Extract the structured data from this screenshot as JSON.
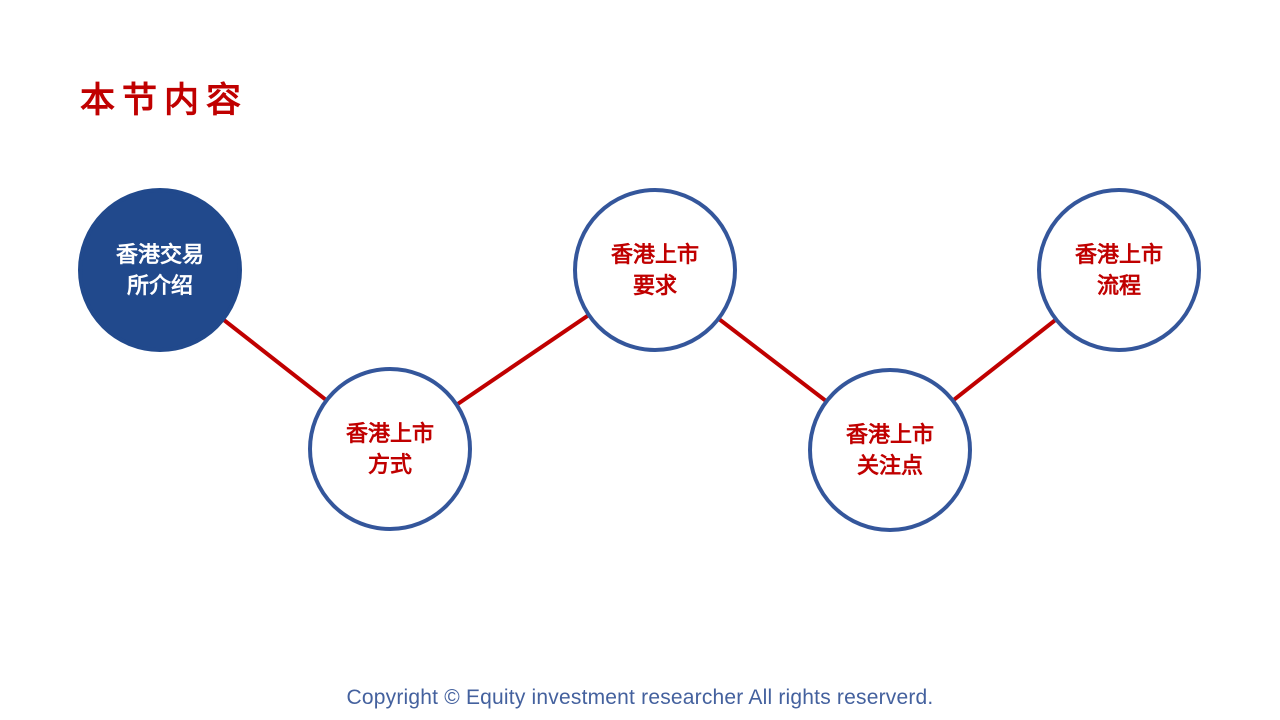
{
  "slide": {
    "title": "本节内容",
    "footer": "Copyright © Equity investment researcher All rights reserverd."
  },
  "diagram": {
    "nodes": [
      {
        "lines": [
          "香港交易",
          "所介绍"
        ],
        "filled": true
      },
      {
        "lines": [
          "香港上市",
          "方式"
        ],
        "filled": false
      },
      {
        "lines": [
          "香港上市",
          "要求"
        ],
        "filled": false
      },
      {
        "lines": [
          "香港上市",
          "关注点"
        ],
        "filled": false
      },
      {
        "lines": [
          "香港上市",
          "流程"
        ],
        "filled": false
      }
    ]
  },
  "colors": {
    "title_red": "#C00000",
    "node_text_red": "#C00000",
    "node_fill_blue": "#21498C",
    "node_border_blue": "#34569B",
    "connector_red": "#C00000",
    "footer_blue": "#44619E",
    "background": "#FFFFFF"
  }
}
